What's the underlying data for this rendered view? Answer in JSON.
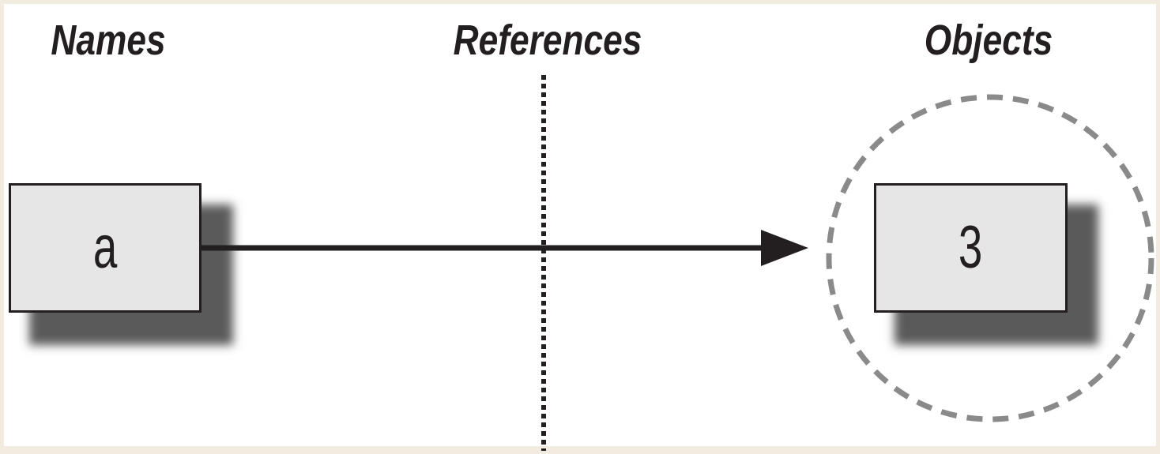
{
  "headings": {
    "names": "Names",
    "references": "References",
    "objects": "Objects"
  },
  "name_box": {
    "label": "a"
  },
  "object_box": {
    "label": "3"
  },
  "colors": {
    "page_border": "#f2ece0",
    "background": "#ffffff",
    "box_fill": "#e6e6e6",
    "stroke": "#231f20",
    "dashed_circle": "#8a8a8a",
    "shadow": "#5a5a5a"
  }
}
